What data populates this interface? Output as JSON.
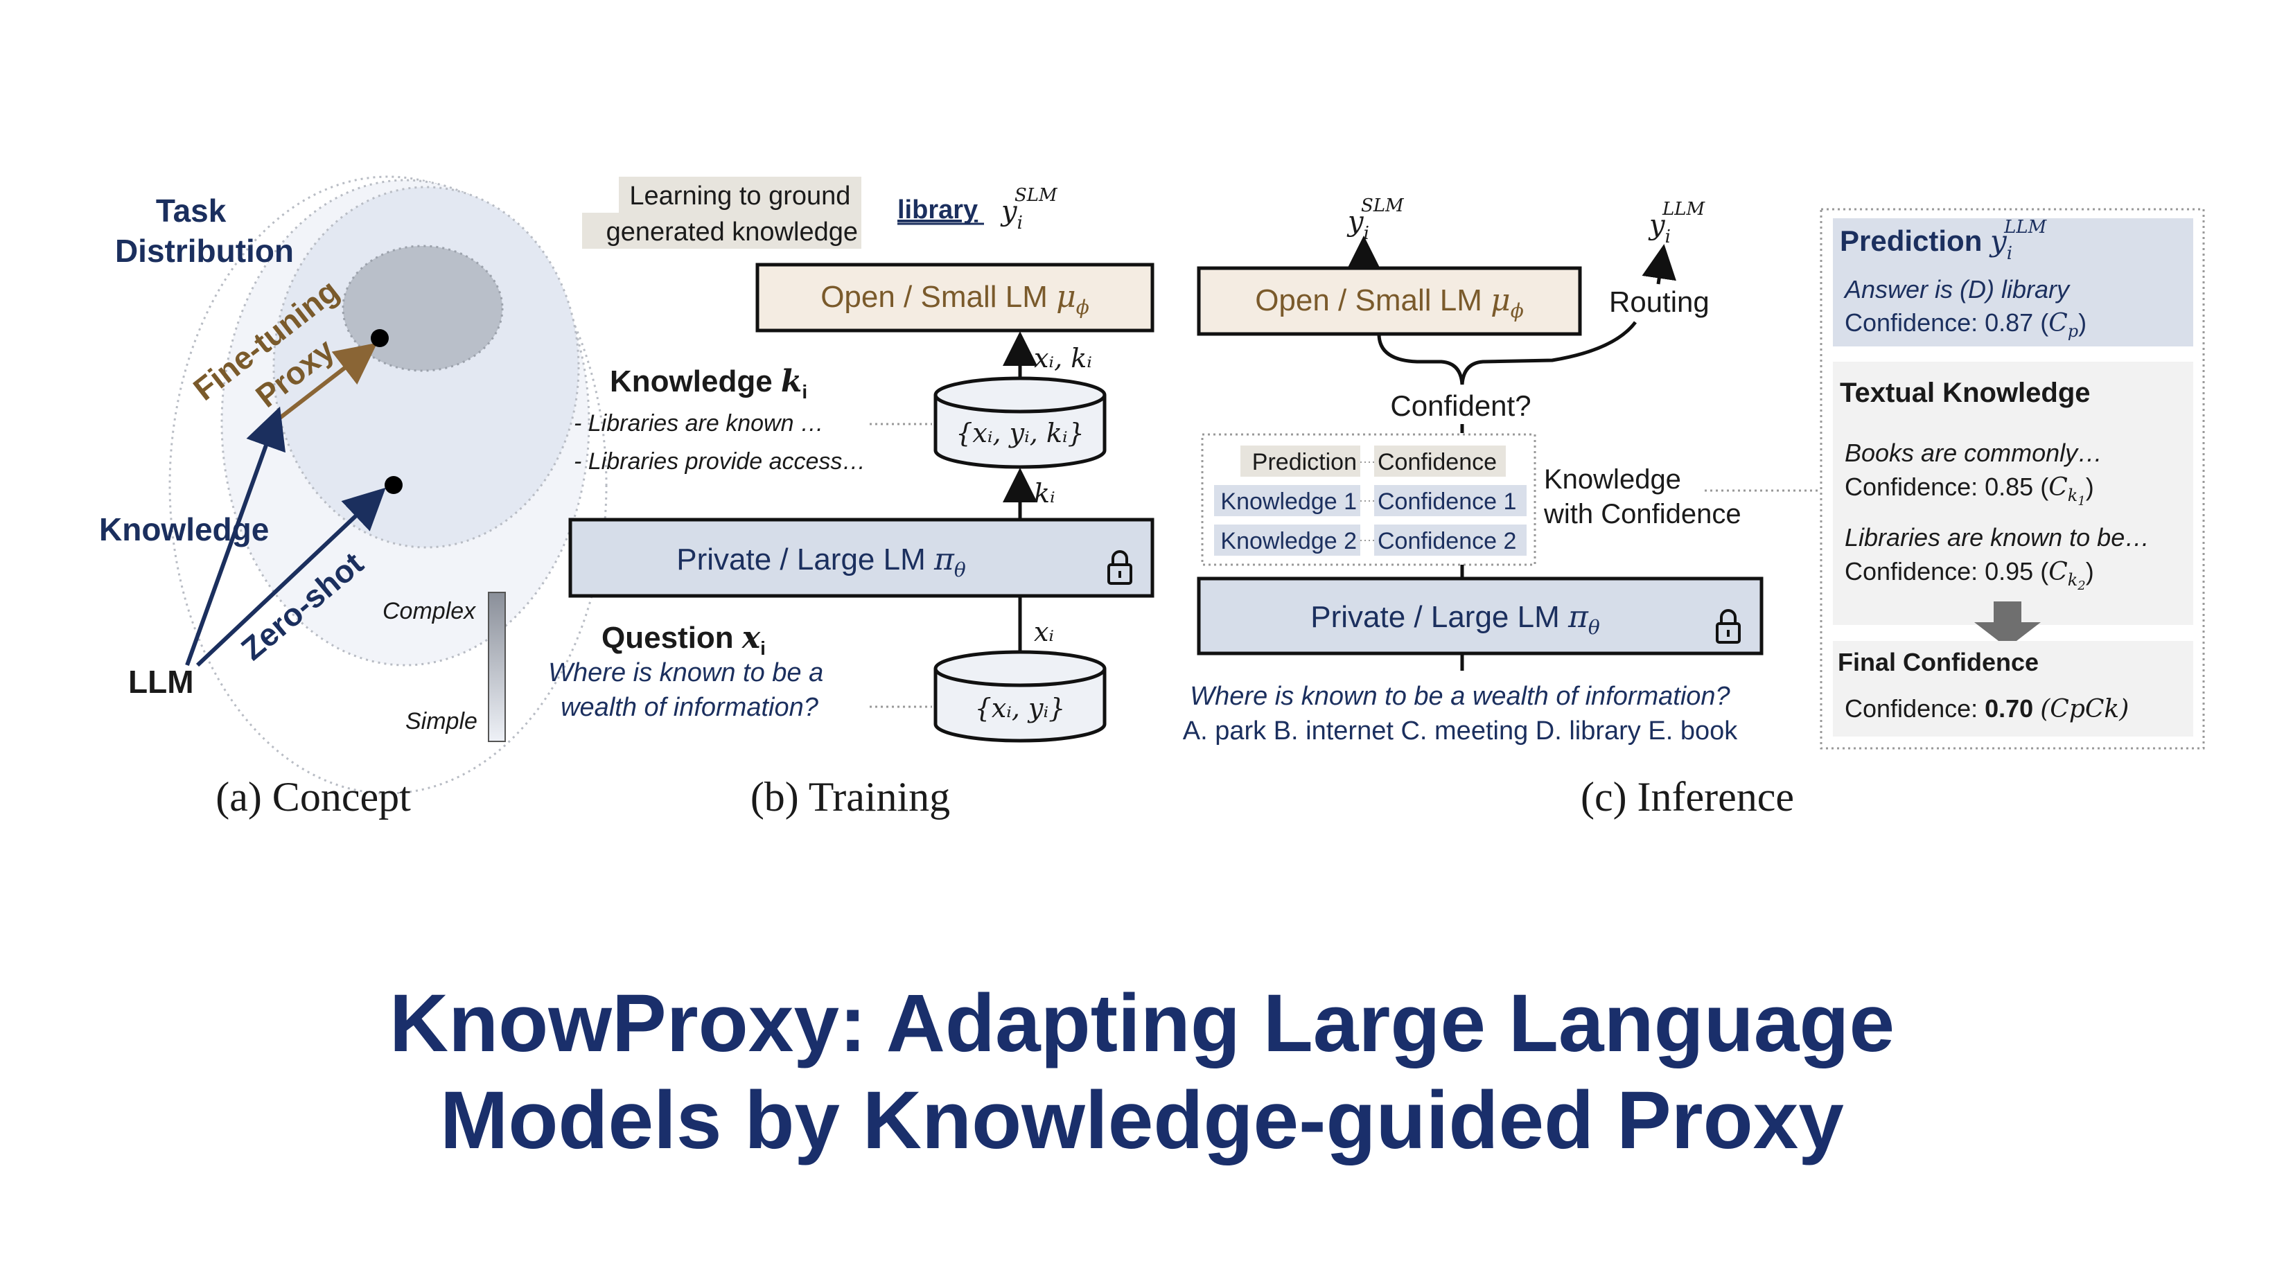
{
  "concept": {
    "task_distribution_line1": "Task",
    "task_distribution_line2": "Distribution",
    "fine_tuning": "Fine-tuning",
    "proxy": "Proxy",
    "knowledge": "Knowledge",
    "zero_shot": "Zero-shot",
    "llm": "LLM",
    "complex": "Complex",
    "simple": "Simple",
    "caption": "(a) Concept"
  },
  "training": {
    "learning_line1": "Learning to ground",
    "learning_line2": "generated knowledge",
    "library": "library",
    "y_slm": "y",
    "y_slm_sub": "i",
    "y_slm_sup": "SLM",
    "open_small_lm": "Open / Small LM",
    "mu_phi": "μ",
    "mu_phi_sub": "ϕ",
    "xi_ki": "xᵢ, kᵢ",
    "knowledge_title": "Knowledge",
    "knowledge_symbol": "k",
    "knowledge_symbol_sub": "i",
    "knowledge_item1": "- Libraries are known …",
    "knowledge_item2": "- Libraries provide access…",
    "db_top": "{xᵢ, yᵢ, kᵢ}",
    "ki_label": "kᵢ",
    "private_large_lm": "Private / Large LM",
    "pi_theta": "π",
    "pi_theta_sub": "θ",
    "xi_label": "xᵢ",
    "question_title": "Question",
    "question_symbol": "x",
    "question_symbol_sub": "i",
    "question_line1": "Where is known to be a",
    "question_line2": "wealth of information?",
    "db_bottom": "{xᵢ, yᵢ}",
    "caption": "(b) Training"
  },
  "inference": {
    "y_slm": "y",
    "y_slm_sub": "i",
    "y_slm_sup": "SLM",
    "y_llm": "y",
    "y_llm_sub": "i",
    "y_llm_sup": "LLM",
    "open_small_lm": "Open / Small LM",
    "mu_phi": "μ",
    "mu_phi_sub": "ϕ",
    "routing": "Routing",
    "confident": "Confident?",
    "table": [
      [
        "Prediction",
        "Confidence"
      ],
      [
        "Knowledge 1",
        "Confidence 1"
      ],
      [
        "Knowledge 2",
        "Confidence 2"
      ]
    ],
    "kwc_line1": "Knowledge",
    "kwc_line2": "with Confidence",
    "private_large_lm": "Private / Large LM",
    "pi_theta": "π",
    "pi_theta_sub": "θ",
    "question_line1": "Where is known to be a wealth of information?",
    "question_line2": "A. park B. internet C. meeting D. library E. book",
    "caption": "(c) Inference"
  },
  "panel": {
    "prediction_label": "Prediction",
    "prediction_y": "y",
    "prediction_y_sub": "i",
    "prediction_y_sup": "LLM",
    "answer": "Answer is (D) library",
    "confidence_p": "Confidence: 0.87 (",
    "cp_symbol": "C",
    "cp_sub": "p",
    "textual_knowledge": "Textual Knowledge",
    "k1_text": "Books are commonly…",
    "k1_conf": "Confidence: 0.85 (",
    "ck1_symbol": "C",
    "ck1_sub": "k",
    "ck1_subsub": "1",
    "k2_text": "Libraries are known to be…",
    "k2_conf": "Confidence: 0.95 (",
    "ck2_symbol": "C",
    "ck2_sub": "k",
    "ck2_subsub": "2",
    "final_confidence": "Final Confidence",
    "final_label": "Confidence: ",
    "final_value": "0.70",
    "final_formula": "(CpCk)"
  },
  "title": {
    "line1": "KnowProxy: Adapting Large Language",
    "line2": "Models by Knowledge-guided Proxy"
  },
  "colors": {
    "navy_text": "#1b2f5e",
    "title_blue": "#1a2f6b",
    "brown_text": "#7a5a2b",
    "small_lm_fill": "#f4ece2",
    "large_lm_fill": "#d6dde9",
    "prediction_panel_fill": "#d9dfea"
  }
}
